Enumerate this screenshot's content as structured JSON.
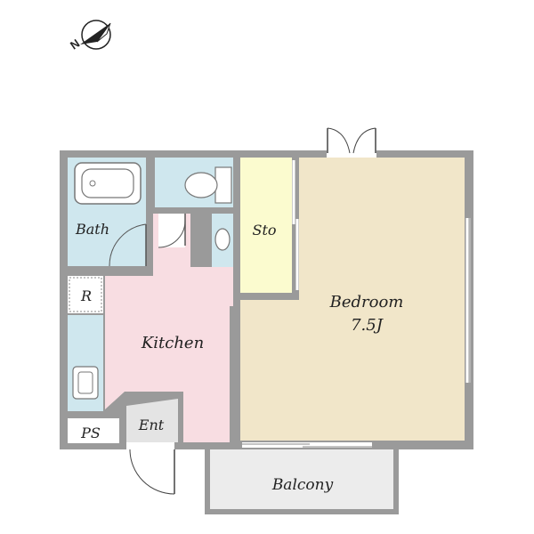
{
  "compass": {
    "letter": "N",
    "icon": "north-arrow-icon"
  },
  "rooms": {
    "bath": "Bath",
    "storage": "Sto",
    "refrigerator": "R",
    "kitchen": "Kitchen",
    "bedroom": "Bedroom",
    "bedroom_size": "7.5J",
    "pipe_space": "PS",
    "entrance": "Ent",
    "balcony": "Balcony"
  },
  "colors": {
    "wall": "#9a9a9a",
    "bath": "#cfe7ee",
    "kitchen": "#f8dde2",
    "bedroom": "#f1e6c9",
    "storage": "#fbfbcf",
    "entrance": "#e4e4e4",
    "balcony": "#ececec"
  }
}
